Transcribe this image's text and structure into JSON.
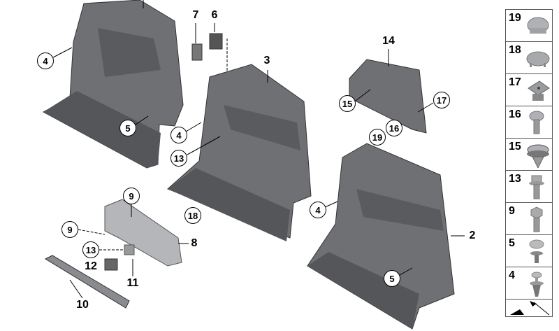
{
  "diagram": {
    "callouts": [
      {
        "id": "c4a",
        "number": "4",
        "style": "circled"
      },
      {
        "id": "c5a",
        "number": "5",
        "style": "circled"
      },
      {
        "id": "c7",
        "number": "7",
        "style": "plain"
      },
      {
        "id": "c6",
        "number": "6",
        "style": "plain"
      },
      {
        "id": "c3",
        "number": "3",
        "style": "plain"
      },
      {
        "id": "c4b",
        "number": "4",
        "style": "circled"
      },
      {
        "id": "c13a",
        "number": "13",
        "style": "circled"
      },
      {
        "id": "c14",
        "number": "14",
        "style": "plain"
      },
      {
        "id": "c15",
        "number": "15",
        "style": "circled"
      },
      {
        "id": "c17",
        "number": "17",
        "style": "circled"
      },
      {
        "id": "c16",
        "number": "16",
        "style": "circled"
      },
      {
        "id": "c19",
        "number": "19",
        "style": "circled"
      },
      {
        "id": "c18",
        "number": "18",
        "style": "circled"
      },
      {
        "id": "c9a",
        "number": "9",
        "style": "circled"
      },
      {
        "id": "c9b",
        "number": "9",
        "style": "circled"
      },
      {
        "id": "c13b",
        "number": "13",
        "style": "circled"
      },
      {
        "id": "c8",
        "number": "8",
        "style": "plain"
      },
      {
        "id": "c12",
        "number": "12",
        "style": "plain"
      },
      {
        "id": "c11",
        "number": "11",
        "style": "plain"
      },
      {
        "id": "c10",
        "number": "10",
        "style": "plain"
      },
      {
        "id": "c4c",
        "number": "4",
        "style": "circled"
      },
      {
        "id": "c2",
        "number": "2",
        "style": "plain"
      },
      {
        "id": "c5b",
        "number": "5",
        "style": "circled"
      }
    ]
  },
  "legend": {
    "items": [
      {
        "number": "19",
        "icon": "cap-icon"
      },
      {
        "number": "18",
        "icon": "flat-cap-icon"
      },
      {
        "number": "17",
        "icon": "square-nut-icon"
      },
      {
        "number": "16",
        "icon": "torx-screw-icon"
      },
      {
        "number": "15",
        "icon": "expanding-rivet-icon"
      },
      {
        "number": "13",
        "icon": "collar-screw-icon"
      },
      {
        "number": "9",
        "icon": "hex-bolt-icon"
      },
      {
        "number": "5",
        "icon": "push-clip-icon"
      },
      {
        "number": "4",
        "icon": "spread-rivet-icon"
      }
    ]
  },
  "colors": {
    "panel": "#6f7074",
    "panel_dark": "#4e4f53",
    "panel_light": "#9a9b9f",
    "metal": "#b5b6b9"
  }
}
